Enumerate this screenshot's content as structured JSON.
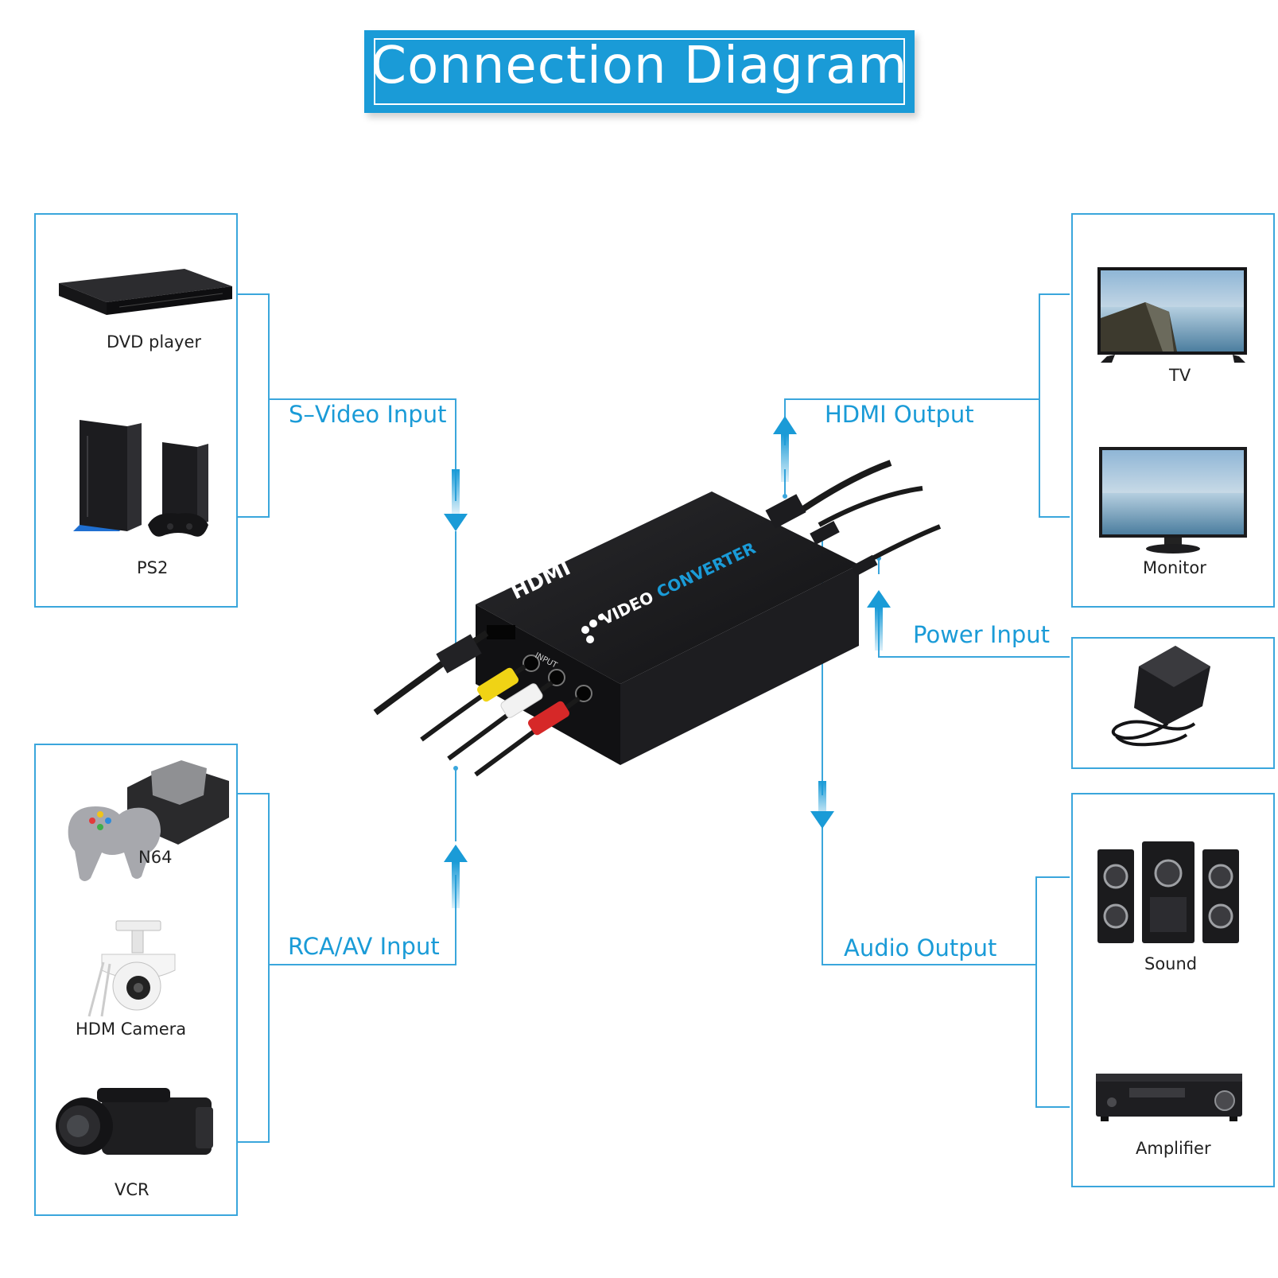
{
  "title": "Connection Diagram",
  "connections": {
    "svideo": "S–Video Input",
    "rca": "RCA/AV Input",
    "hdmi": "HDMI Output",
    "power": "Power Input",
    "audio": "Audio Output"
  },
  "devices": {
    "dvd": "DVD player",
    "ps2": "PS2",
    "n64": "N64",
    "camera": "HDM Camera",
    "vcr": "VCR",
    "tv": "TV",
    "monitor": "Monitor",
    "sound": "Sound",
    "amplifier": "Amplifier"
  },
  "converter": {
    "brand": "HDMI",
    "product_a": "VIDEO",
    "product_b": "CONVERTER",
    "port_label": "INPUT"
  },
  "colors": {
    "accent": "#1a9bd7",
    "line": "#3aa6dc",
    "device_body": "#1c1c1e"
  }
}
